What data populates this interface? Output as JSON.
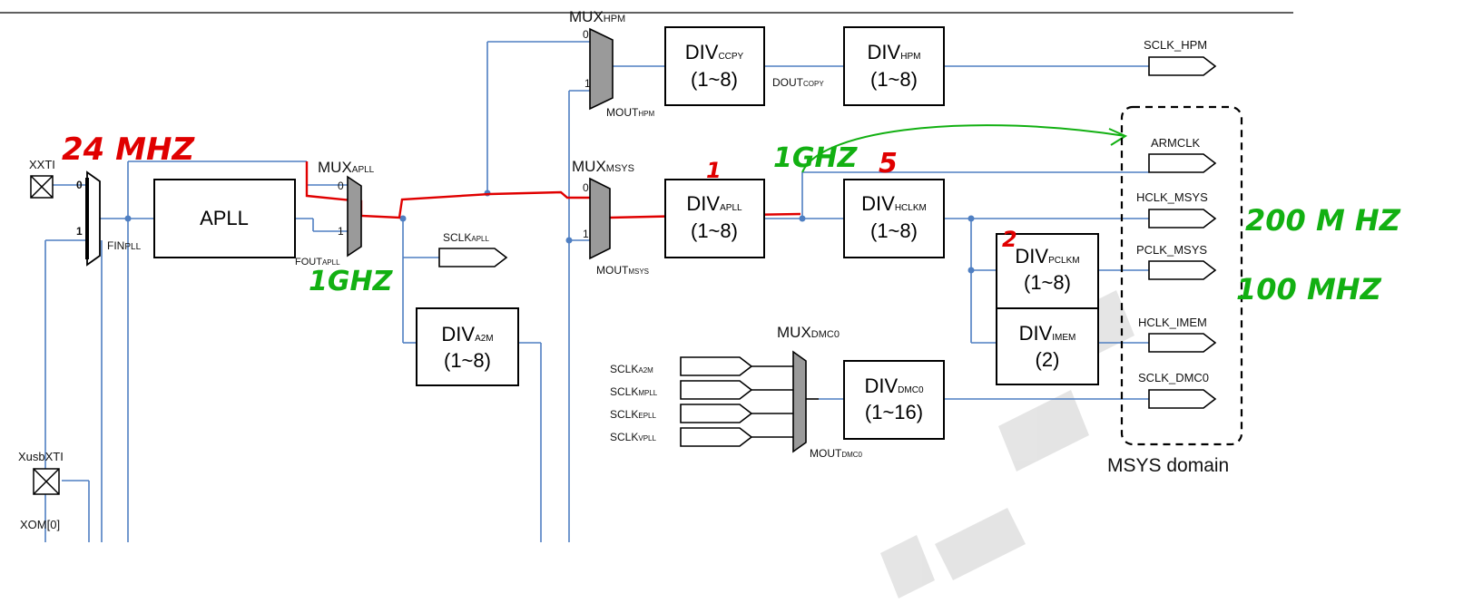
{
  "inputs": {
    "xxti": "XXTI",
    "xusbxti": "XusbXTI",
    "xom": "XOM[0]",
    "mux_in_0": "0",
    "mux_in_1": "1",
    "fin_pll": "FIN",
    "fin_pll_sub": "PLL"
  },
  "blocks": {
    "apll": "APLL",
    "div_ccpy": {
      "name": "DIV",
      "sub": "CCPY",
      "range": "(1~8)"
    },
    "div_hpm": {
      "name": "DIV",
      "sub": "HPM",
      "range": "(1~8)"
    },
    "div_apll": {
      "name": "DIV",
      "sub": "APLL",
      "range": "(1~8)"
    },
    "div_hclkm": {
      "name": "DIV",
      "sub": "HCLKM",
      "range": "(1~8)"
    },
    "div_pclkm": {
      "name": "DIV",
      "sub": "PCLKM",
      "range": "(1~8)"
    },
    "div_imem": {
      "name": "DIV",
      "sub": "IMEM",
      "range": "(2)"
    },
    "div_a2m": {
      "name": "DIV",
      "sub": "A2M",
      "range": "(1~8)"
    },
    "div_dmc0": {
      "name": "DIV",
      "sub": "DMC0",
      "range": "(1~16)"
    }
  },
  "muxes": {
    "mux_apll": {
      "name": "MUX",
      "sub": "APLL"
    },
    "mux_hpm": {
      "name": "MUX",
      "sub": "HPM"
    },
    "mux_msys": {
      "name": "MUX",
      "sub": "MSYS"
    },
    "mux_dmc0": {
      "name": "MUX",
      "sub": "DMC0"
    },
    "bit0": "0",
    "bit1": "1"
  },
  "signals": {
    "fout_apll": {
      "name": "FOUT",
      "sub": "APLL"
    },
    "sclk_apll": {
      "name": "SCLK",
      "sub": "APLL"
    },
    "mout_hpm": {
      "name": "MOUT",
      "sub": "HPM"
    },
    "dout_copy": {
      "name": "DOUT",
      "sub": "COPY"
    },
    "mout_msys": {
      "name": "MOUT",
      "sub": "MSYS"
    },
    "mout_dmc0": {
      "name": "MOUT",
      "sub": "DMC0"
    },
    "sclk_a2m": {
      "name": "SCLK",
      "sub": "A2M"
    },
    "sclk_mpll": {
      "name": "SCLK",
      "sub": "MPLL"
    },
    "sclk_epll": {
      "name": "SCLK",
      "sub": "EPLL"
    },
    "sclk_vpll": {
      "name": "SCLK",
      "sub": "VPLL"
    }
  },
  "outputs": {
    "sclk_hpm": "SCLK_HPM",
    "armclk": "ARMCLK",
    "hclk_msys": "HCLK_MSYS",
    "pclk_msys": "PCLK_MSYS",
    "hclk_imem": "HCLK_IMEM",
    "sclk_dmc0": "SCLK_DMC0"
  },
  "domain_label": "MSYS domain",
  "annotations": {
    "red_24mhz": "24 MHZ",
    "red_div_apll_1": "1",
    "red_5": "5",
    "red_div_pclkm_2": "2",
    "green_1ghz_fout": "1GHZ",
    "green_1ghz_armclk": "1GHZ",
    "green_200mhz": "200 M HZ",
    "green_100mhz": "100 MHZ"
  },
  "colors": {
    "wire": "#4f7fc2",
    "highlight_path": "#e00000",
    "annotation_green": "#12b012",
    "watermark": "#d8d8d8"
  }
}
